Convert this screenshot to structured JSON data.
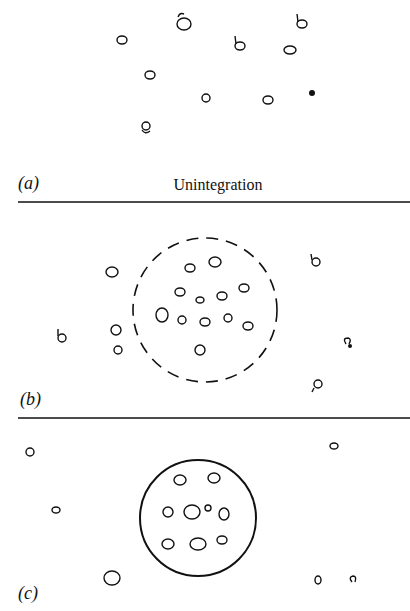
{
  "diagram": {
    "labels": [
      "(a)",
      "Unintegration",
      "(b)",
      "(c)"
    ]
  }
}
